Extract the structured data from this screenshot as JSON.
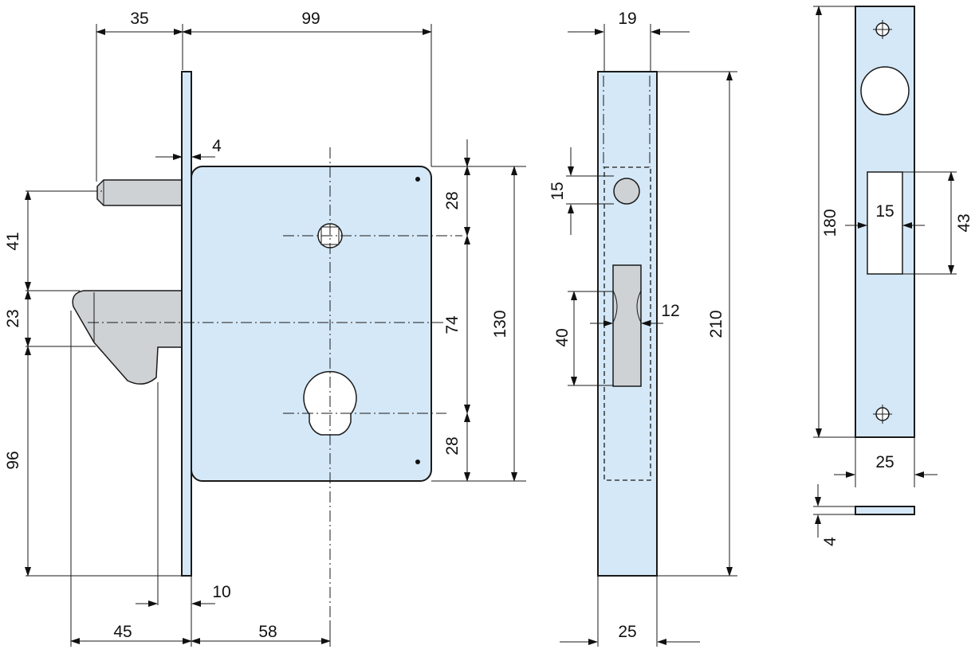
{
  "dimensions": {
    "front_pin_offset": "35",
    "front_case_width": "99",
    "front_plate_thickness": "4",
    "front_pin_height": "41",
    "front_latch_height": "23",
    "front_lower_height": "96",
    "front_upper_gap": "28",
    "front_center_distance": "74",
    "front_lower_gap": "28",
    "front_case_height": "130",
    "front_latch_offset": "10",
    "front_latch_projection": "45",
    "front_backset": "58",
    "side_top_width": "19",
    "side_pin_diameter": "15",
    "side_bolt_height": "40",
    "side_bolt_width": "12",
    "side_total_height": "210",
    "side_bottom_width": "25",
    "strike_total_height": "180",
    "strike_slot_width": "15",
    "strike_slot_height": "43",
    "strike_width": "25",
    "strike_thickness": "4"
  },
  "colors": {
    "part_fill": "#d5e8f7",
    "latch_fill": "#cfd2d4",
    "line": "#1a1a1a"
  }
}
